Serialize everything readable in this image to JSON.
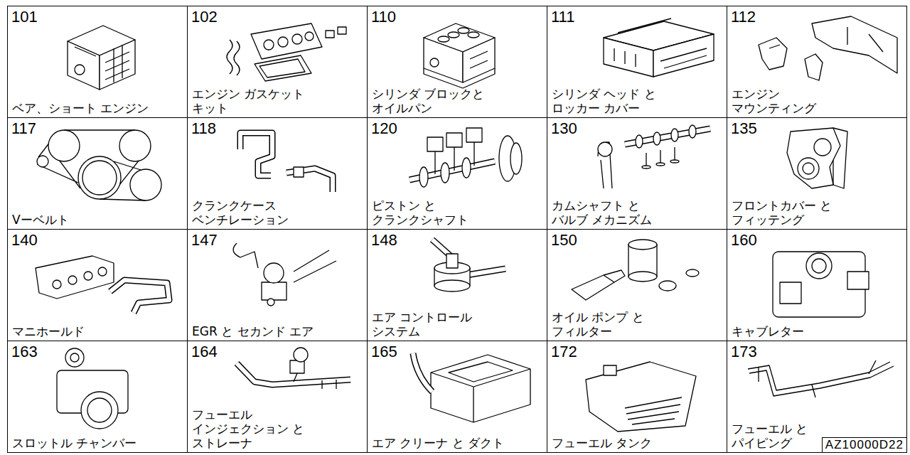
{
  "diagram": {
    "nodes": [
      {
        "text": [
          "101",
          "ベア、ショート エンジン"
        ]
      },
      {
        "text": [
          "102",
          "エンジン ガスケット キット"
        ]
      },
      {
        "text": [
          "110",
          "シリンダ ブロックと オイルパン"
        ]
      },
      {
        "text": [
          "111",
          "シリンダ ヘッド と ロッカー カバー"
        ]
      },
      {
        "text": [
          "112",
          "エンジン マウンティング"
        ]
      },
      {
        "text": [
          "117",
          "Vーベルト"
        ]
      },
      {
        "text": [
          "118",
          "クランクケース ベンチレーション"
        ]
      },
      {
        "text": [
          "120",
          "ピストン と クランクシャフト"
        ]
      },
      {
        "text": [
          "130",
          "カムシャフト と バルブ メカニズム"
        ]
      },
      {
        "text": [
          "135",
          "フロントカバー と フィッテング"
        ]
      },
      {
        "text": [
          "140",
          "マニホールド"
        ]
      },
      {
        "text": [
          "147",
          "EGR と セカンド エア"
        ]
      },
      {
        "text": [
          "148",
          "エア コントロール システム"
        ]
      },
      {
        "text": [
          "150",
          "オイル ポンプ と フィルター"
        ]
      },
      {
        "text": [
          "160",
          "キャブレター"
        ]
      },
      {
        "text": [
          "163",
          "スロットル チャンバー"
        ]
      },
      {
        "text": [
          "164",
          "フューエル インジェクション と ストレーナ"
        ]
      },
      {
        "text": [
          "165",
          "エア クリーナ と ダクト"
        ]
      },
      {
        "text": [
          "172",
          "フューエル タンク"
        ]
      },
      {
        "text": [
          "173",
          "フューエル と パイピング"
        ]
      },
      {
        "text": [
          "AZ10000D22"
        ],
        "in": 19
      }
    ]
  }
}
